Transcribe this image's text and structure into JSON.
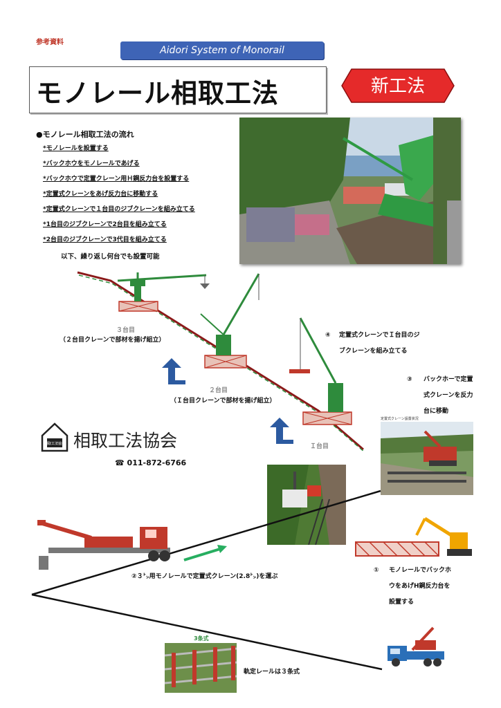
{
  "header": {
    "ref_label": "参考資料",
    "banner": "Aidori System of   Monorail",
    "title": "モノレール相取工法",
    "badge": "新工法"
  },
  "flow": {
    "heading": "●モノレール相取工法の流れ",
    "steps": [
      "*モノレールを設置する",
      "*バックホウをモノレールであげる",
      "*バックホウで定置クレーン用Ｈ鋼反力台を設置する",
      "*定置式クレーンをあげ反力台に移動する",
      "*定置式クレーンで１台目のジブクレーンを組み立てる",
      "*1台目のジブクレーンで2台目を組み立てる",
      "*2台目のジブクレーンで3代目を組み立てる"
    ],
    "note": "以下、繰り返し何台でも設置可能"
  },
  "diagram": {
    "crane3_label": "３台目",
    "crane3_sub": "（２台目クレーンで部材を揚げ組立）",
    "crane2_label": "２台目",
    "crane2_sub": "（Ｉ台目クレーンで部材を揚げ組立）",
    "crane1_label": "Ｉ台目",
    "step4_num": "④",
    "step4_line1": "定置式クレーンでＩ台目のジ",
    "step4_line2": "ブクレーンを組み立てる",
    "step3_num": "③",
    "step3_line1": "バックホーで定置",
    "step3_line2": "式クレーンを反力",
    "step3_line3": "台に移動",
    "step3_photo_caption": "定置式クレーン設置状況",
    "step2_text": "②３㌧用モノレールで定置式クレーン(2.8㌧)を運ぶ",
    "step1_num": "①",
    "step1_line1": "モノレールでバックホ",
    "step1_line2": "ウをあげH鋼反力台を",
    "step1_line3": "設置する",
    "rail_label": "3条式",
    "rail_text": "軌定レールは３条式"
  },
  "association": {
    "logo_text": "相取工法協会",
    "name": "相取工法協会",
    "phone_icon": "phone-icon",
    "phone": "011-872-6766"
  },
  "colors": {
    "banner": "#3e64b6",
    "badge_fill": "#e52a2a",
    "crane_green": "#2e8b3c",
    "frame_red": "#c0392b",
    "arrow_blue": "#2c5aa0",
    "arrow_green": "#27ae60"
  }
}
